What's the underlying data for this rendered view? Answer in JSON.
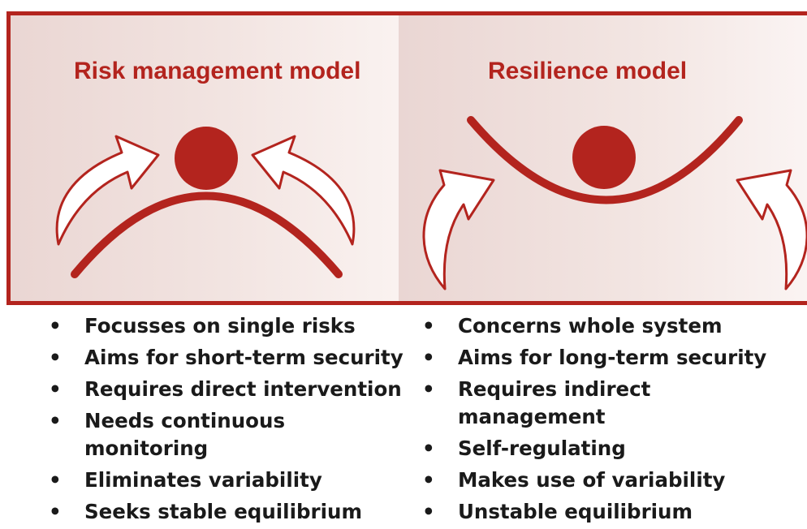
{
  "colors": {
    "accent": "#b3241e",
    "panel_tint": "#ead6d3",
    "text": "#1a1a1a"
  },
  "models": {
    "risk": {
      "title": "Risk management model",
      "bullets": [
        "Focusses on single risks",
        "Aims for short-term security",
        "Requires direct intervention",
        "Needs continuous monitoring",
        "Eliminates variability",
        "Seeks stable equilibrium"
      ]
    },
    "resilience": {
      "title": "Resilience model",
      "bullets": [
        "Concerns whole system",
        "Aims for long-term security",
        "Requires indirect management",
        "Self-regulating",
        "Makes use of variability",
        "Unstable equilibrium"
      ]
    }
  }
}
